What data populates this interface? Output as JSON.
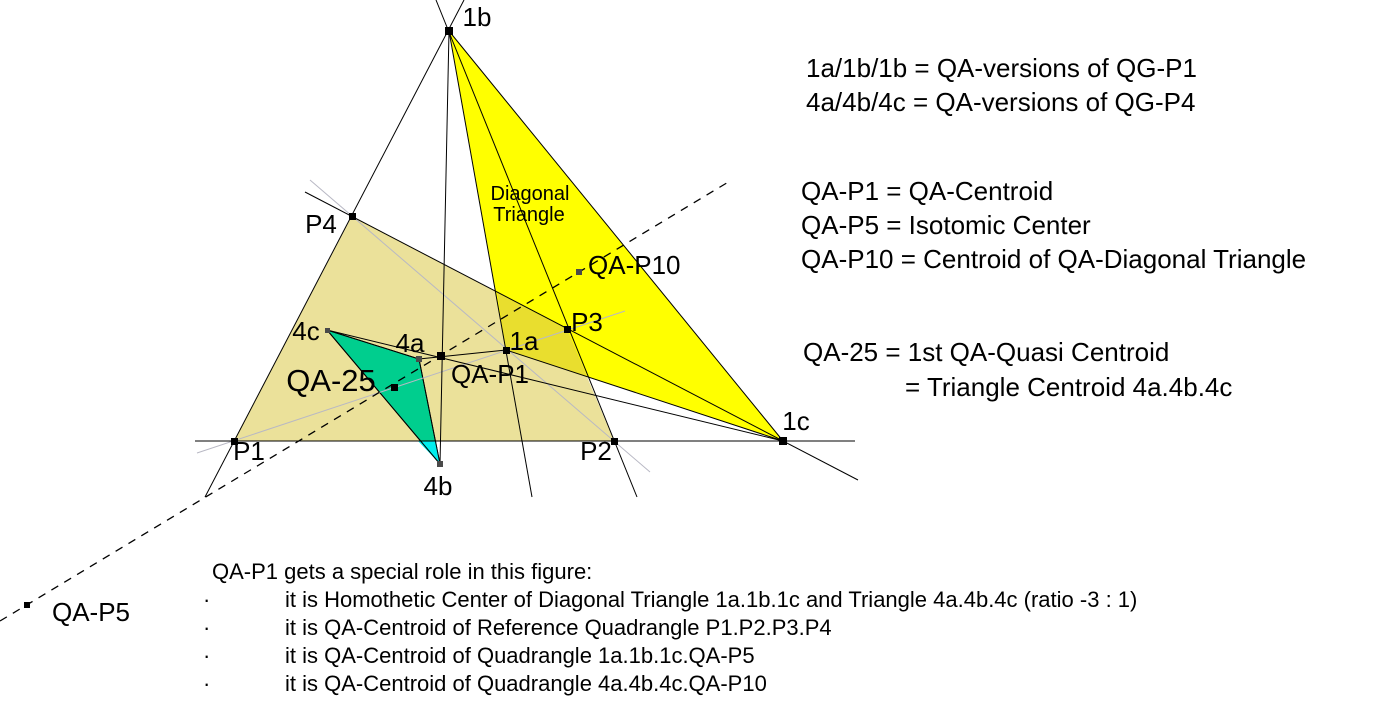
{
  "figure": {
    "region_label": {
      "line1": "Diagonal",
      "line2": "Triangle"
    },
    "points": {
      "p1": "P1",
      "p2": "P2",
      "p3": "P3",
      "p4": "P4",
      "a1": "1a",
      "b1": "1b",
      "c1": "1c",
      "a4": "4a",
      "b4": "4b",
      "c4": "4c",
      "qa_p1": "QA-P1",
      "qa_p5": "QA-P5",
      "qa_p10": "QA-P10",
      "qa_25": "QA-25"
    },
    "colors": {
      "yellow": "#FFFF00",
      "tan": "#EBE19A",
      "overlap_yellow": "#E9DE2E",
      "green": "#00CE8E",
      "cyan": "#00EEEE",
      "gray_line": "#B8B8C4",
      "black_line": "#000000",
      "dashed_line": "#000000",
      "marker_black": "#000000",
      "marker_gray": "#4A4A4A"
    }
  },
  "legend": {
    "qa_versions": {
      "line1": "1a/1b/1b = QA-versions of QG-P1",
      "line2": "4a/4b/4c = QA-versions of QG-P4"
    },
    "definitions": {
      "line1": "QA-P1 = QA-Centroid",
      "line2": "QA-P5 = Isotomic Center",
      "line3": "QA-P10 = Centroid of QA-Diagonal Triangle"
    },
    "qa25": {
      "line1": "QA-25 = 1st QA-Quasi Centroid",
      "line2": "= Triangle Centroid 4a.4b.4c"
    }
  },
  "footnote": {
    "title": "QA-P1 gets a special role in this figure:",
    "bullet": "·",
    "items": [
      "it is Homothetic Center of Diagonal Triangle 1a.1b.1c and Triangle 4a.4b.4c (ratio -3 : 1)",
      "it is QA-Centroid of Reference Quadrangle P1.P2.P3.P4",
      "it is QA-Centroid of Quadrangle 1a.1b.1c.QA-P5",
      "it is QA-Centroid of Quadrangle 4a.4b.4c.QA-P10"
    ]
  }
}
